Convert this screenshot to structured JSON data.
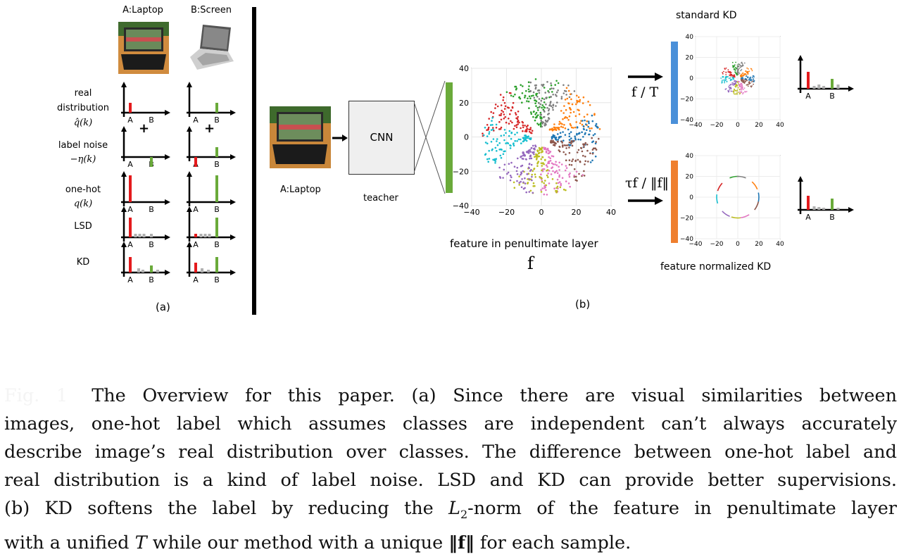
{
  "figure": {
    "part_a": {
      "col_a_title": "A:Laptop",
      "col_b_title": "B:Screen",
      "row_labels": {
        "real_line1": "real",
        "real_line2": "distribution",
        "real_math": "q̂(k)",
        "noise_line1": "label noise",
        "noise_math": "−η(k)",
        "onehot_line1": "one-hot",
        "onehot_math": "q(k)",
        "lsd": "LSD",
        "kd": "KD"
      },
      "plus": "+",
      "axis_a": "A",
      "axis_b": "B",
      "panel_label": "(a)"
    },
    "part_b": {
      "input_label": "A:Laptop",
      "cnn": "CNN",
      "teacher": "teacher",
      "feature_label": "feature in penultimate layer",
      "feature_symbol": "f",
      "standard_kd": "standard KD",
      "standard_op": "f / T",
      "normalized_op": "τf / ‖f‖",
      "normalized_kd": "feature normalized KD",
      "axis_a": "A",
      "axis_b": "B",
      "panel_label": "(b)",
      "scatter_ticks": [
        "−40",
        "−20",
        "0",
        "20",
        "40"
      ],
      "small_ticks": [
        "−40",
        "−20",
        "0",
        "20",
        "40"
      ]
    },
    "colors": {
      "red": "#e41a1c",
      "green": "#6aaa3a",
      "gray": "#b0b0b0",
      "blue_bar": "#4a90d9",
      "orange_bar": "#ef7f2e",
      "green_bar": "#6aaa3a",
      "clusters": [
        "#d62728",
        "#2ca02c",
        "#7f7f7f",
        "#ff7f0e",
        "#1f77b4",
        "#8c564b",
        "#e377c2",
        "#bcbd22",
        "#9467bd",
        "#17becf"
      ]
    }
  },
  "caption": {
    "fig_label": "Fig. 1",
    "text_line1": "The Overview for this paper. (a) Since there are visual similarities between",
    "text_line2": "images, one-hot label which assumes classes are independent can’t always accurately",
    "text_line3": "describe image’s real distribution over classes. The difference between one-hot label and",
    "text_line4": "real distribution is a kind of label noise. LSD and KD can provide better supervisions.",
    "text_line5a": "(b) KD softens the label by reducing the ",
    "text_l2": "L",
    "text_l2_sub": "2",
    "text_line5b": "-norm of the feature in penultimate layer",
    "text_line6a": "with a unified ",
    "text_T": "T",
    "text_line6b": " while our method with a unique ",
    "text_norm": "‖f‖",
    "text_line6c": " for each sample."
  }
}
